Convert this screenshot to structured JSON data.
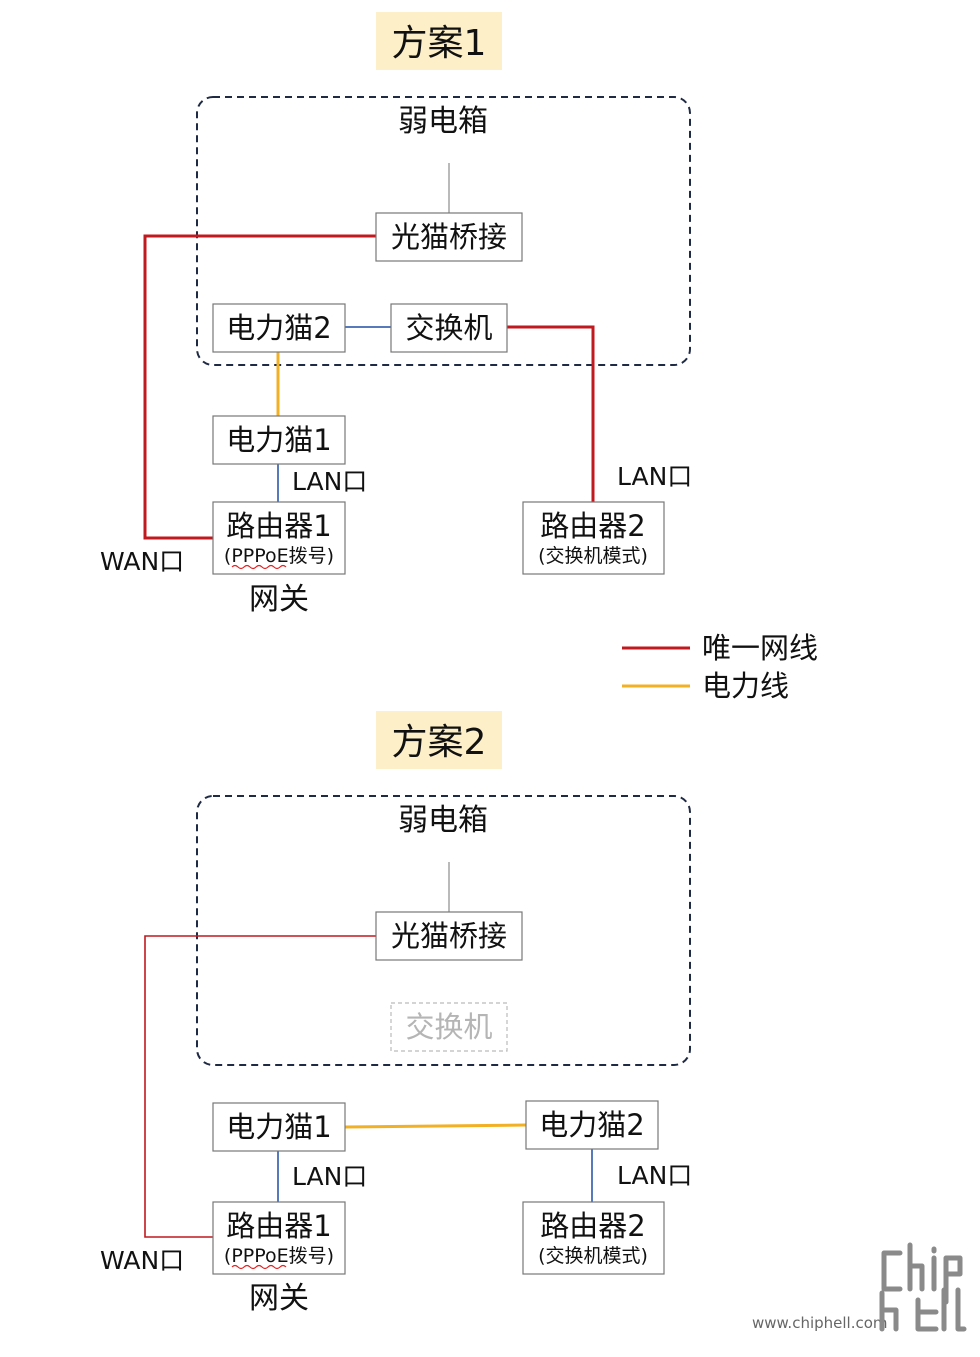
{
  "colors": {
    "wan": "#c0191f",
    "power": "#f2b024",
    "lan": "#1f4ea3",
    "plain": "#8c8c8c",
    "box_border": "#1f2a44",
    "title_bg": "#fdf0c8"
  },
  "plan1": {
    "title": "方案1",
    "box_label": "弱电箱",
    "nodes": {
      "ont": "光猫桥接",
      "plc2": "电力猫2",
      "switch": "交换机",
      "plc1": "电力猫1",
      "router1": "路由器1",
      "router1_sub": "(PPPoE拨号)",
      "router2": "路由器2",
      "router2_sub": "(交换机模式)"
    },
    "labels": {
      "lan_left": "LAN口",
      "lan_right": "LAN口",
      "wan": "WAN口",
      "gateway": "网关"
    }
  },
  "legend": {
    "wan_line": "唯一网线",
    "power_line": "电力线"
  },
  "plan2": {
    "title": "方案2",
    "box_label": "弱电箱",
    "nodes": {
      "ont": "光猫桥接",
      "switch": "交换机",
      "plc1": "电力猫1",
      "plc2": "电力猫2",
      "router1": "路由器1",
      "router1_sub": "(PPPoE拨号)",
      "router2": "路由器2",
      "router2_sub": "(交换机模式)"
    },
    "labels": {
      "lan_left": "LAN口",
      "lan_right": "LAN口",
      "wan": "WAN口",
      "gateway": "网关"
    }
  },
  "watermark": {
    "url": "www.chiphell.com",
    "logo_icon": "chiphell-logo-icon"
  }
}
